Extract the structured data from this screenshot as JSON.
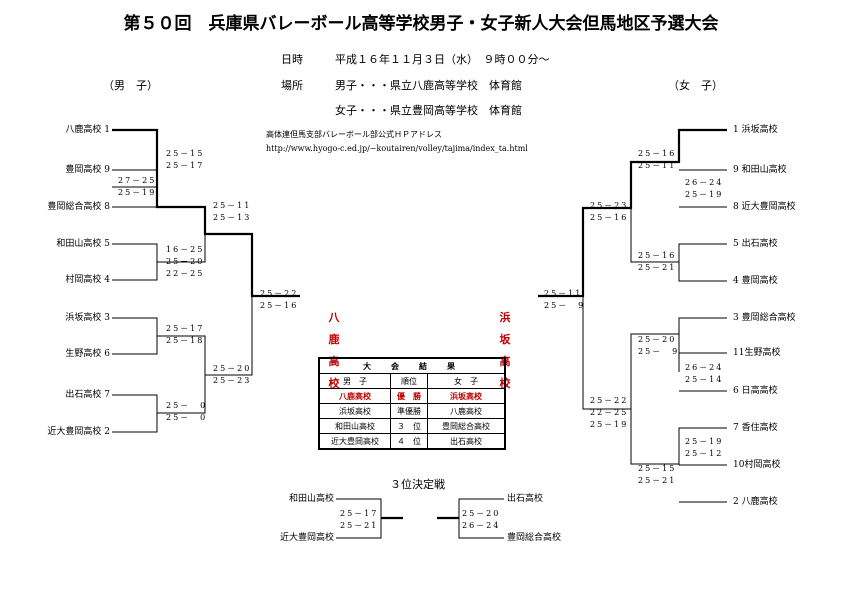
{
  "title": "第５０回　兵庫県バレーボール高等学校男子・女子新人大会但馬地区予選大会",
  "info": {
    "date_label": "日時",
    "date_value": "平成１６年１１月３日（水）　９時００分～",
    "venue_label": "場所",
    "venue_men": "男子・・・県立八鹿高等学校　体育館",
    "venue_women": "女子・・・県立豊岡高等学校　体育館"
  },
  "headers": {
    "men": "（男　子）",
    "women": "（女　子）"
  },
  "website": {
    "name": "高体連但馬支部バレーボール部公式ＨＰアドレス",
    "url": "http://www.hyogo-c.ed.jp/~koutairen/volley/tajima/index_ta.html"
  },
  "men": {
    "teams": [
      "八鹿高校 1",
      "豊岡高校 9",
      "豊岡総合高校 8",
      "和田山高校 5",
      "村岡高校 4",
      "浜坂高校 3",
      "生野高校 6",
      "出石高校 7",
      "近大豊岡高校 2"
    ],
    "scores": {
      "r0": [
        "27－25",
        "25－19"
      ],
      "r1a": [
        "25－15",
        "25－17"
      ],
      "r1b": [
        "16－25",
        "25－20",
        "22－25"
      ],
      "r1c": [
        "25－17",
        "25－18"
      ],
      "r1d": [
        "25－　0",
        "25－　0"
      ],
      "sf1": [
        "25－11",
        "25－13"
      ],
      "sf2": [
        "25－20",
        "25－23"
      ],
      "final": [
        "25－22",
        "25－16"
      ]
    },
    "champion": [
      "八",
      "鹿",
      "高",
      "校"
    ]
  },
  "women": {
    "teams": [
      "1 浜坂高校",
      "9 和田山高校",
      "8 近大豊岡高校",
      "5 出石高校",
      "4 豊岡高校",
      "3 豊岡総合高校",
      "11生野高校",
      "6 日高高校",
      "7 香住高校",
      "10村岡高校",
      "2 八鹿高校"
    ],
    "scores": {
      "q1": [
        "26－24",
        "25－19"
      ],
      "q2": [
        "26－24",
        "25－14"
      ],
      "q3": [
        "25－19",
        "25－12"
      ],
      "r1a": [
        "25－16",
        "25－11"
      ],
      "r1b": [
        "25－16",
        "25－21"
      ],
      "r1c": [
        "25－20",
        "25－　9"
      ],
      "r1d": [
        "25－15",
        "25－21"
      ],
      "sf1": [
        "25－23",
        "25－16"
      ],
      "sf2": [
        "25－22",
        "22－25",
        "25－19"
      ],
      "final": [
        "25－11",
        "25－　9"
      ]
    },
    "champion": [
      "浜",
      "坂",
      "高",
      "校"
    ]
  },
  "results": {
    "caption": "大　会　結　果",
    "headers": [
      "男　子",
      "順位",
      "女　子"
    ],
    "rows": [
      [
        "八鹿高校",
        "優　勝",
        "浜坂高校"
      ],
      [
        "浜坂高校",
        "準優勝",
        "八鹿高校"
      ],
      [
        "和田山高校",
        "３　位",
        "豊岡総合高校"
      ],
      [
        "近大豊岡高校",
        "４　位",
        "出石高校"
      ]
    ]
  },
  "third_place": {
    "title": "３位決定戦",
    "men_teams": [
      "和田山高校",
      "近大豊岡高校"
    ],
    "men_scores": [
      "25－17",
      "25－21"
    ],
    "women_teams": [
      "出石高校",
      "豊岡総合高校"
    ],
    "women_scores": [
      "25－20",
      "26－24"
    ]
  }
}
